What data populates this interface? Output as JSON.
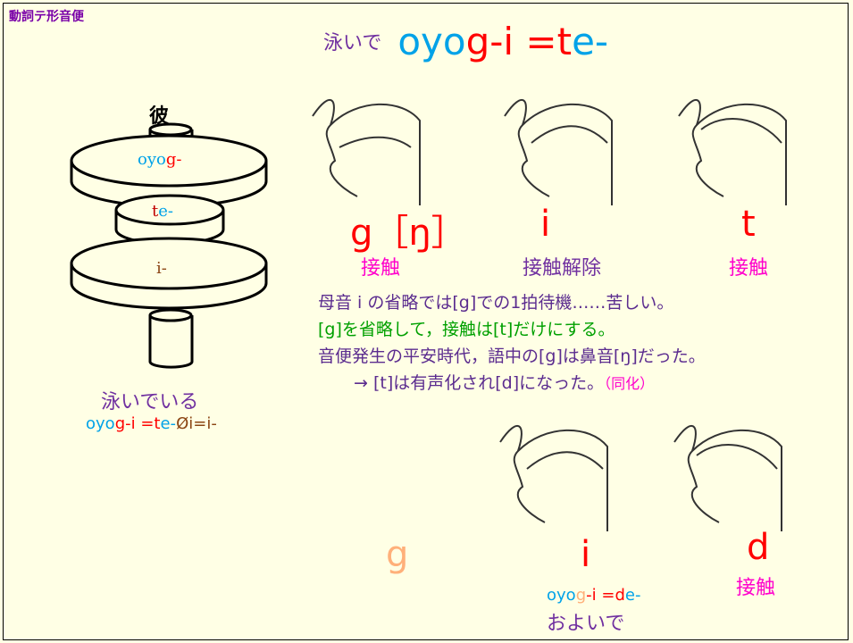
{
  "title": "動詞テ形音便",
  "heading": {
    "jp": "泳いで",
    "blue1": "oyo",
    "red1": "g-i =",
    "red2": "t",
    "blue2": "e-"
  },
  "stack": {
    "top": "彼",
    "disk1_a": "oyo",
    "disk1_b": "g-",
    "disk2_a": "t",
    "disk2_b": "e-",
    "disk3": "i-"
  },
  "left_caption": {
    "jp": "泳いでいる",
    "line2": {
      "a": "oyo",
      "b": "g-i =",
      "c": "t",
      "d": "e-",
      "e": "Øi=i-"
    }
  },
  "top_row": [
    {
      "sound": "g［ŋ］",
      "label": "接触"
    },
    {
      "sound": "i",
      "label": "接触解除"
    },
    {
      "sound": "t",
      "label": "接触"
    }
  ],
  "notes": [
    "母音 i の省略では[g]での1拍待機……苦しい。",
    "[g]を省略して，接触は[t]だけにする。",
    "音便発生の平安時代，語中の[g]は鼻音[ŋ]だった。",
    "→ [t]は有声化され[d]になった。",
    "（同化）"
  ],
  "bottom_row": {
    "g": "g",
    "i": "i",
    "d": "d",
    "d_label": "接触"
  },
  "bottom_caption": {
    "a": "oyo",
    "b": "g",
    "c": "-i =",
    "d": "d",
    "e": "e-",
    "jp": "およいで"
  },
  "colors": {
    "background": "#ffffe5",
    "blue": "#00a2e8",
    "red": "#ff0000",
    "purple": "#7030a0",
    "magenta": "#ff00cc",
    "green": "#00a000",
    "orange": "#ffb07a"
  }
}
